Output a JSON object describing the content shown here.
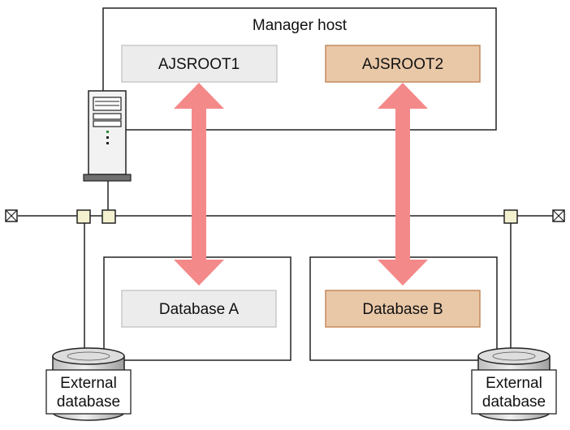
{
  "manager_host": {
    "label": "Manager host"
  },
  "ajsroots": [
    {
      "label": "AJSROOT1",
      "fill": "#ececec",
      "stroke": "#c8c8c8"
    },
    {
      "label": "AJSROOT2",
      "fill": "#e9c8a8",
      "stroke": "#c48a5e"
    }
  ],
  "databases": [
    {
      "label": "Database A",
      "fill": "#ececec",
      "stroke": "#c8c8c8"
    },
    {
      "label": "Database B",
      "fill": "#e9c8a8",
      "stroke": "#c48a5e"
    }
  ],
  "external_databases": [
    {
      "line1": "External",
      "line2": "database"
    },
    {
      "line1": "External",
      "line2": "database"
    }
  ],
  "colors": {
    "arrow": "#f4898a",
    "line": "#222222",
    "connector": "#f3f1cf",
    "server_body": "#f2f2f2",
    "server_base": "#6f6f6f",
    "disk": "#dddddd"
  }
}
